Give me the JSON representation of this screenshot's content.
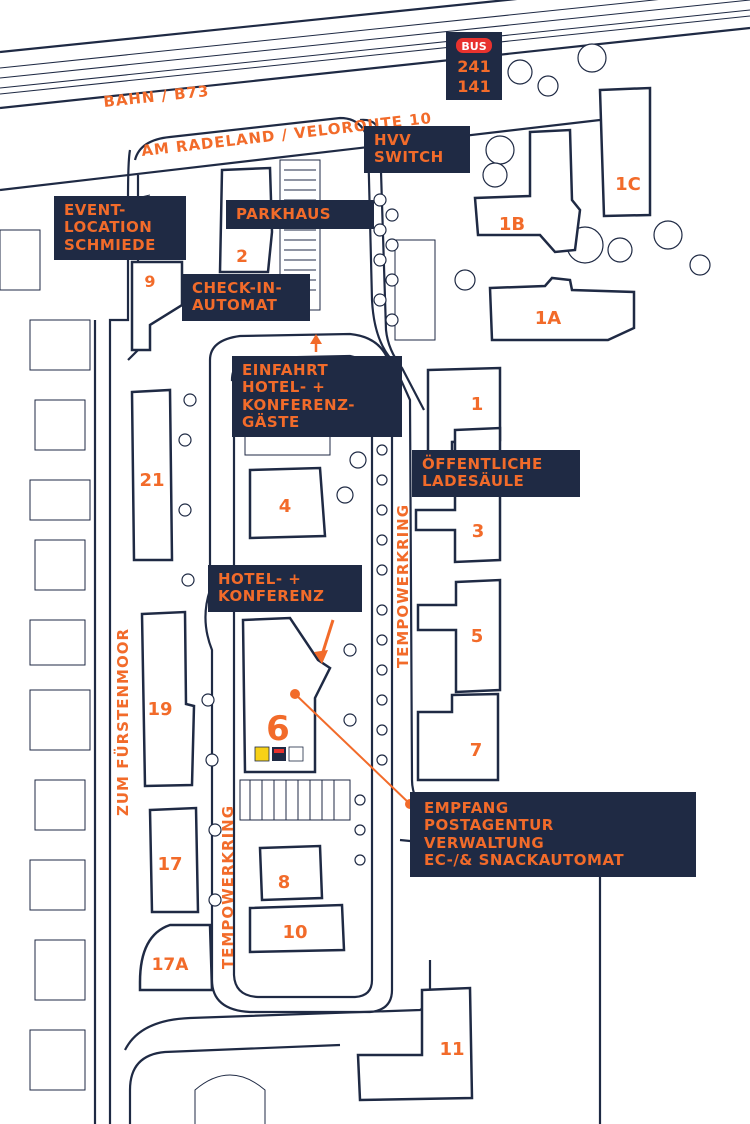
{
  "streets": {
    "rail": "BAHN / B73",
    "am_radeland": "AM RADELAND / VELOROUTE 10",
    "zum_fuerstenmoor": "ZUM FÜRSTENMOOR",
    "tempowerkring_east": "TEMPOWERKRING",
    "tempowerkring_west": "TEMPOWERKRING"
  },
  "bus": {
    "badge": "BUS",
    "line1": "241",
    "line2": "141"
  },
  "labels": {
    "event_location": [
      "EVENT-",
      "LOCATION",
      "SCHMIEDE"
    ],
    "parkhaus": [
      "PARKHAUS"
    ],
    "hvv_switch": [
      "HVV",
      "SWITCH"
    ],
    "checkin": [
      "CHECK-IN-",
      "AUTOMAT"
    ],
    "einfahrt": [
      "EINFAHRT",
      "HOTEL- +",
      "KONFERENZ-",
      "GÄSTE"
    ],
    "ladesaeule": [
      "ÖFFENTLICHE",
      "LADESÄULE"
    ],
    "hotel": [
      "HOTEL- +",
      "KONFERENZ"
    ],
    "empfang": [
      "EMPFANG",
      "POSTAGENTUR",
      "VERWALTUNG",
      "EC-/& SNACKAUTOMAT"
    ]
  },
  "buildings": {
    "b1c": "1C",
    "b1b": "1B",
    "b1a": "1A",
    "b1": "1",
    "b2": "2",
    "b3": "3",
    "b4": "4",
    "b5": "5",
    "b6": "6",
    "b7": "7",
    "b8": "8",
    "b9": "9",
    "b10": "10",
    "b11": "11",
    "b17": "17",
    "b17a": "17A",
    "b19": "19",
    "b21": "21"
  },
  "service_icons": [
    "post-icon",
    "ec-icon",
    "snack-icon"
  ],
  "colors": {
    "navy": "#1f2a44",
    "orange": "#f26b2a",
    "bus_red": "#e8322e"
  }
}
